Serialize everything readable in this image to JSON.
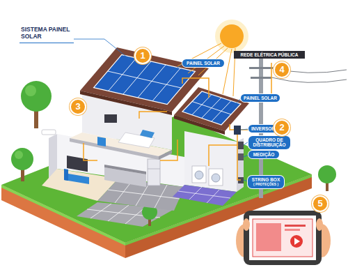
{
  "diagram": {
    "nodes": [
      {
        "text": [
          "SISTEMA PAINEL SOLAR"
        ]
      },
      {
        "text": [
          "REDE ELÉTRICA PÚBLICA"
        ]
      },
      {
        "text": [
          "PAINEL SOLAR"
        ]
      },
      {
        "text": [
          "PAINEL SOLAR"
        ]
      },
      {
        "text": [
          "INVERSOR"
        ]
      },
      {
        "text": [
          "QUADRO DE DISTRIBUIÇÃO"
        ]
      },
      {
        "text": [
          "MEDIÇÃO"
        ]
      },
      {
        "text": [
          "STRING BOX",
          "( PROTEÇÕES )"
        ]
      }
    ],
    "labels": [
      "1",
      "2",
      "3",
      "4",
      "5"
    ]
  }
}
